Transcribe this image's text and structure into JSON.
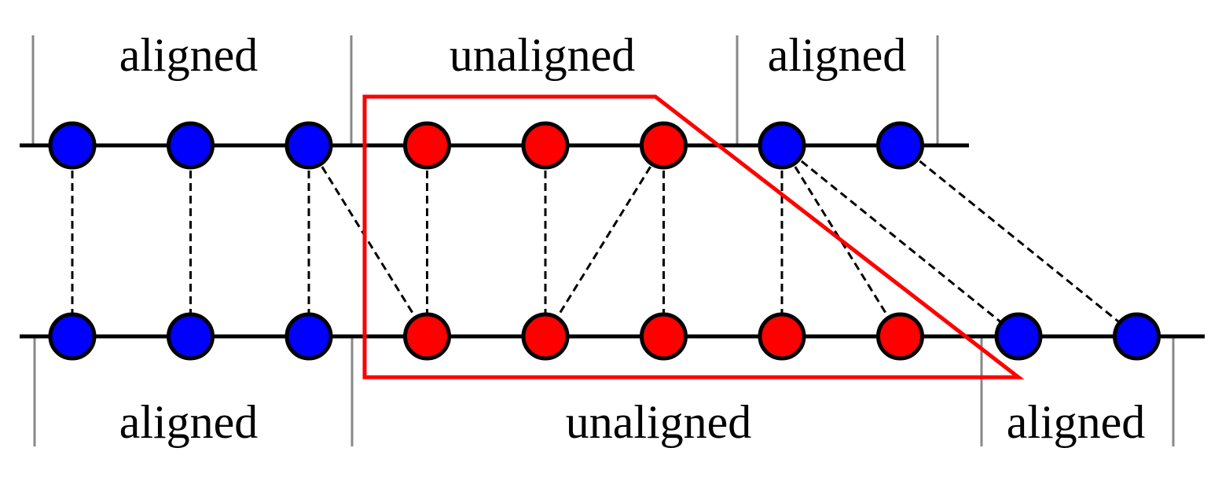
{
  "labels": {
    "top": [
      "aligned",
      "unaligned",
      "aligned"
    ],
    "bottom": [
      "aligned",
      "unaligned",
      "aligned"
    ]
  },
  "colors": {
    "aligned_node": "#0000ff",
    "unaligned_node": "#ff0000",
    "node_outline": "#000000",
    "sequence_line": "#000000",
    "alignment_link": "#000000",
    "segment_divider": "#888888",
    "region_outline": "#ff0000",
    "background": "#ffffff"
  },
  "sequences": {
    "top": [
      "aligned",
      "aligned",
      "aligned",
      "unaligned",
      "unaligned",
      "unaligned",
      "aligned",
      "aligned"
    ],
    "bottom": [
      "aligned",
      "aligned",
      "aligned",
      "unaligned",
      "unaligned",
      "unaligned",
      "unaligned",
      "unaligned",
      "aligned",
      "aligned"
    ]
  },
  "links": [
    [
      0,
      0
    ],
    [
      1,
      1
    ],
    [
      2,
      2
    ],
    [
      2,
      3
    ],
    [
      3,
      3
    ],
    [
      4,
      4
    ],
    [
      5,
      5
    ],
    [
      5,
      4
    ],
    [
      6,
      6
    ],
    [
      6,
      7
    ],
    [
      6,
      8
    ],
    [
      7,
      9
    ]
  ]
}
